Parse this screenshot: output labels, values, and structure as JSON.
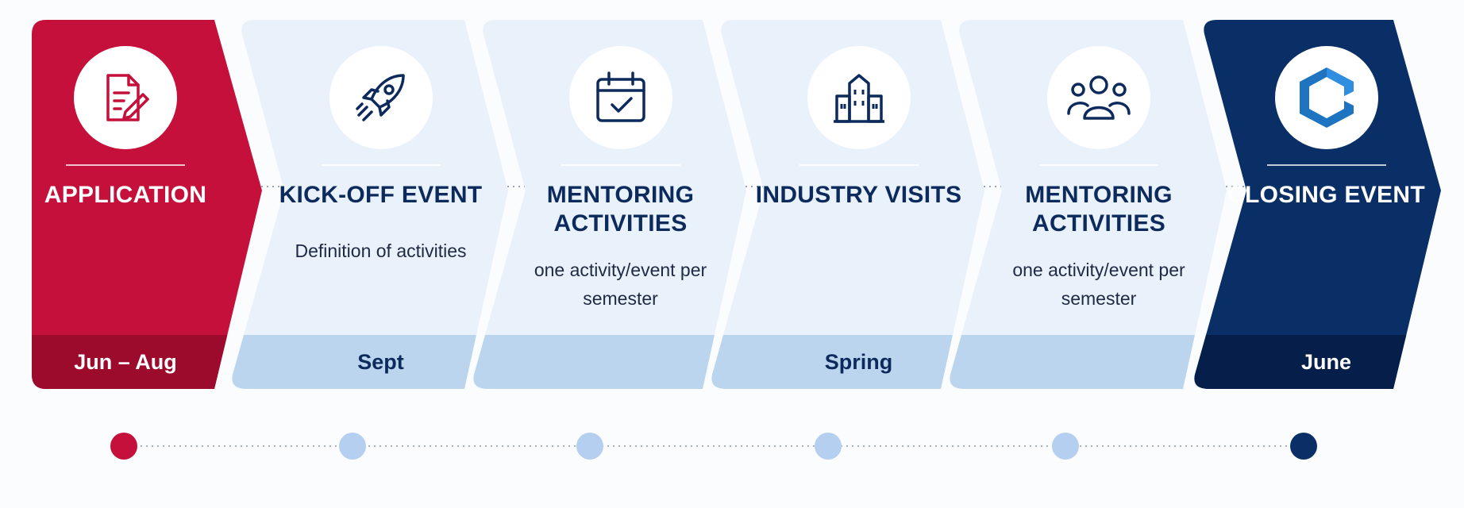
{
  "colors": {
    "red": "#c4103a",
    "red_dark": "#9c0a2c",
    "light": "#e9f1fb",
    "light_band": "#bcd5ef",
    "light_dot": "#b5cff0",
    "navy": "#0a2e66",
    "navy_dark": "#061f4a",
    "navy_text": "#0d2a5c"
  },
  "steps": [
    {
      "title": "APPLICATION",
      "description": "",
      "date": "Jun – Aug",
      "icon": "document-pen-icon",
      "theme": "red"
    },
    {
      "title": "KICK-OFF EVENT",
      "description": "Definition of activities",
      "date": "Sept",
      "icon": "rocket-icon",
      "theme": "light"
    },
    {
      "title": "MENTORING ACTIVITIES",
      "description": "one activity/event per semester",
      "date": "",
      "icon": "calendar-check-icon",
      "theme": "light"
    },
    {
      "title": "INDUSTRY VISITS",
      "description": "",
      "date": "Spring",
      "icon": "buildings-icon",
      "theme": "light"
    },
    {
      "title": "MENTORING ACTIVITIES",
      "description": "one activity/event per semester",
      "date": "",
      "icon": "people-group-icon",
      "theme": "light"
    },
    {
      "title": "CLOSING EVENT",
      "description": "",
      "date": "June",
      "icon": "hexagon-logo-icon",
      "theme": "navy"
    }
  ]
}
